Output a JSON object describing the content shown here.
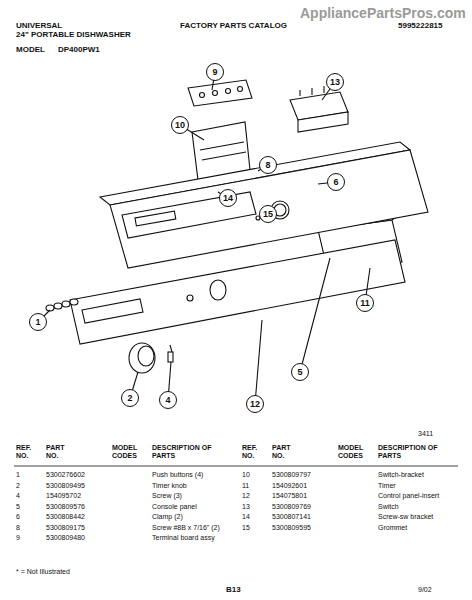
{
  "diagram": {
    "nodes": [
      {
        "text": [
          "9"
        ]
      },
      {
        "text": [
          "13"
        ]
      },
      {
        "text": [
          "10"
        ]
      },
      {
        "text": [
          "8"
        ]
      },
      {
        "text": [
          "6"
        ]
      },
      {
        "text": [
          "14"
        ]
      },
      {
        "text": [
          "15"
        ]
      },
      {
        "text": [
          "11"
        ]
      },
      {
        "text": [
          "1"
        ]
      },
      {
        "text": [
          "5"
        ]
      },
      {
        "text": [
          "2"
        ]
      },
      {
        "text": [
          "4"
        ]
      },
      {
        "text": [
          "12"
        ]
      }
    ],
    "labels": [
      "AppliancePartsPros.com",
      "UNIVERSAL",
      "24\" PORTABLE DISHWASHER",
      "FACTORY PARTS CATALOG",
      "5995222815",
      "MODEL",
      "DP400PW1",
      "3411",
      "REF. NO.",
      "PART NO.",
      "MODEL CODES",
      "DESCRIPTION OF PARTS",
      "REF. NO.",
      "PART NO.",
      "MODEL CODES",
      "DESCRIPTION OF PARTS",
      "1",
      "5300276602",
      "Push buttons (4)",
      "2",
      "5300809495",
      "Timer knob",
      "4",
      "154095702",
      "Screw (3)",
      "5",
      "5300809576",
      "Console panel",
      "6",
      "5300808442",
      "Clamp (2)",
      "8",
      "5300809175",
      "Screw #8B x 7/16\" (2)",
      "9",
      "5300809480",
      "Terminal board assy",
      "10",
      "5300809797",
      "Switch-bracket",
      "11",
      "154092601",
      "Timer",
      "12",
      "154075801",
      "Control panel-insert",
      "13",
      "5300809769",
      "Switch",
      "14",
      "5300807141",
      "Screw-sw bracket",
      "15",
      "5300809595",
      "Grommet",
      "* = Not Illustrated",
      "B13",
      "9/02"
    ]
  }
}
